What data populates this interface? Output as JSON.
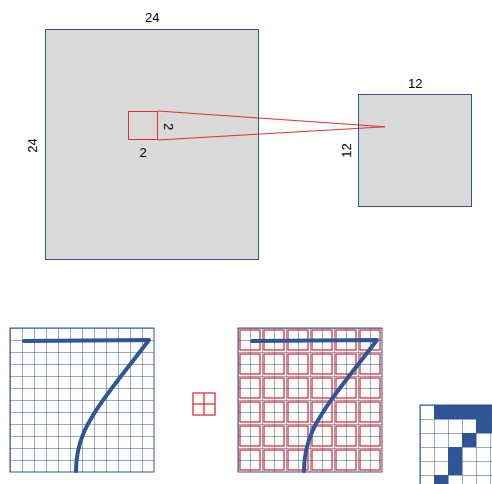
{
  "diagram": {
    "nodes": [
      {
        "text": [
          "24",
          "24"
        ]
      },
      {
        "text": [
          "2",
          "2"
        ],
        "in": 0
      },
      {
        "text": [
          "12",
          "12"
        ]
      }
    ],
    "edges": [
      {
        "from": 1,
        "to": 2,
        "arrow": "none"
      }
    ]
  }
}
